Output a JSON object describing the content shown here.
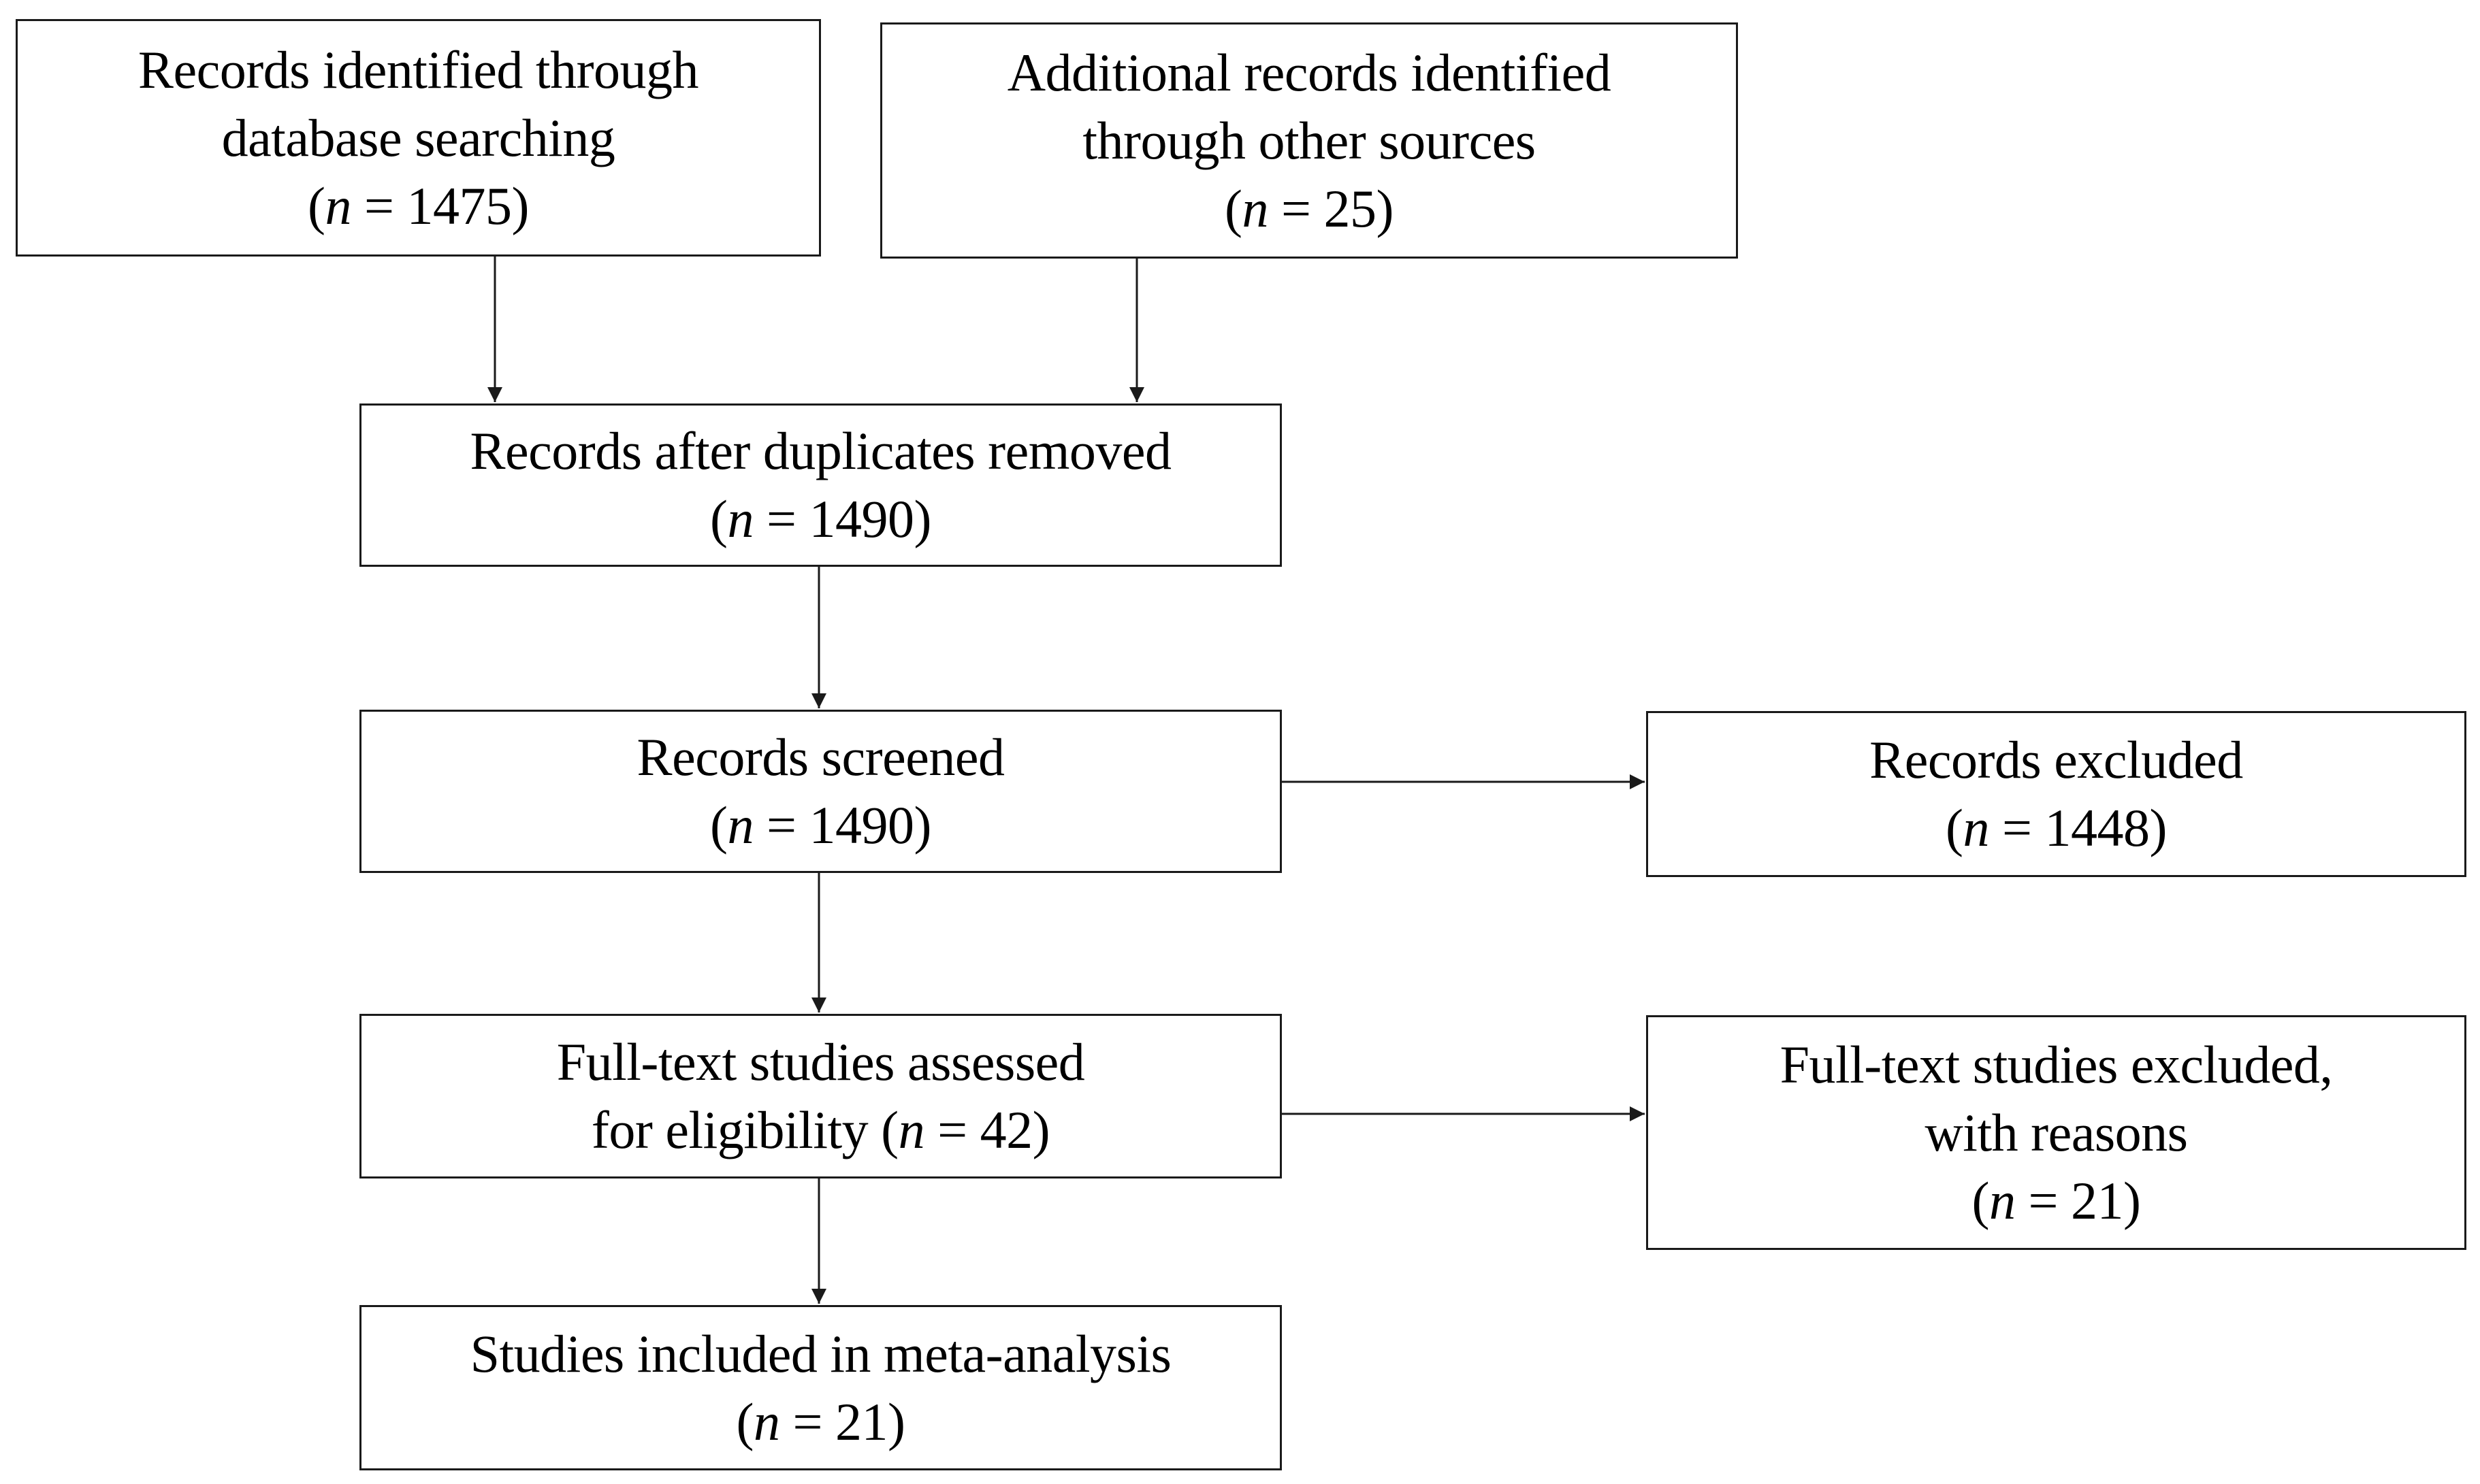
{
  "diagram": {
    "boxes": {
      "identified_database": {
        "line1": "Records identified through",
        "line2": "database searching",
        "count_prefix": "(",
        "n_symbol": "n",
        "count_suffix": " = 1475)"
      },
      "identified_other": {
        "line1": "Additional records identified",
        "line2": "through other sources",
        "count_prefix": "(",
        "n_symbol": "n",
        "count_suffix": " = 25)"
      },
      "after_duplicates": {
        "line1": "Records after duplicates removed",
        "count_prefix": "(",
        "n_symbol": "n",
        "count_suffix": " = 1490)"
      },
      "screened": {
        "line1": "Records screened",
        "count_prefix": "(",
        "n_symbol": "n",
        "count_suffix": " = 1490)"
      },
      "excluded": {
        "line1": "Records excluded",
        "count_prefix": "(",
        "n_symbol": "n",
        "count_suffix": " = 1448)"
      },
      "fulltext_assessed": {
        "line1": "Full-text studies assessed",
        "line2_prefix": "for eligibility (",
        "n_symbol": "n",
        "count_suffix": " = 42)"
      },
      "fulltext_excluded": {
        "line1": "Full-text studies excluded,",
        "line2": "with reasons",
        "count_prefix": "(",
        "n_symbol": "n",
        "count_suffix": " = 21)"
      },
      "included": {
        "line1": "Studies included in meta-analysis",
        "count_prefix": "(",
        "n_symbol": "n",
        "count_suffix": " = 21)"
      }
    },
    "colors": {
      "stroke": "#1a1a1a",
      "background": "#ffffff",
      "text": "#000000"
    }
  }
}
